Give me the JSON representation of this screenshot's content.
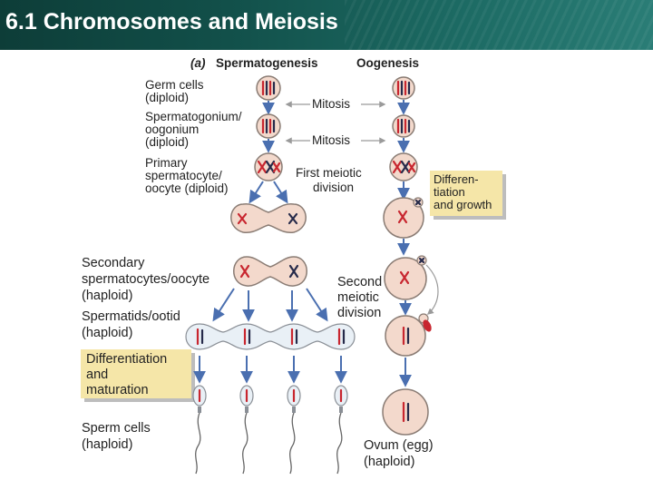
{
  "header": {
    "title": "6.1 Chromosomes and Meiosis"
  },
  "diagram": {
    "panel_label": "(a)",
    "col_left": "Spermatogenesis",
    "col_right": "Oogenesis",
    "germ_cells": [
      "Germ cells",
      "(diploid)"
    ],
    "mitosis_1": "Mitosis",
    "spermatogonium": [
      "Spermatogonium/",
      "oogonium",
      "(diploid)"
    ],
    "mitosis_2": "Mitosis",
    "primary": [
      "Primary",
      "spermatocyte/",
      "oocyte (diploid)"
    ],
    "first_meiotic": [
      "First meiotic",
      "division"
    ],
    "diff_growth": [
      "Differen-",
      "tiation",
      "and growth"
    ],
    "secondary": [
      "Secondary",
      "spermatocytes/oocyte",
      "(haploid)"
    ],
    "second_meiotic": [
      "Second",
      "meiotic",
      "division"
    ],
    "spermatids": [
      "Spermatids/ootid",
      "(haploid)"
    ],
    "diff_maturation": [
      "Differentiation",
      "and",
      "maturation"
    ],
    "sperm": [
      "Sperm cells",
      "(haploid)"
    ],
    "ovum": [
      "Ovum (egg)",
      "(haploid)"
    ]
  },
  "colors": {
    "title_bar": "#12504a",
    "cell_fill": "#f3d9cc",
    "chromosome_red": "#c8262f",
    "chromosome_dark": "#262a4a",
    "arrow": "#4a6fb0",
    "label_box": "#f5e6a8"
  }
}
